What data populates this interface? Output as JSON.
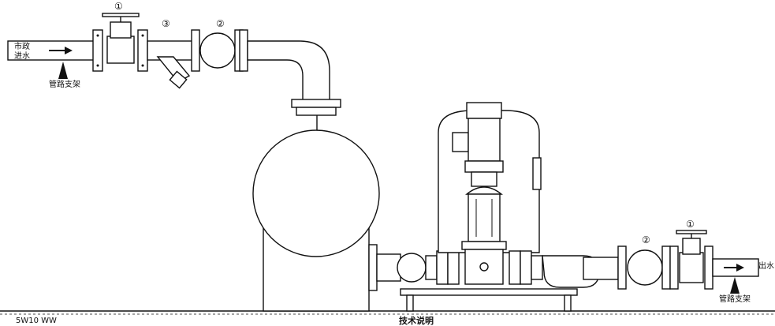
{
  "labels": {
    "inlet": "市政\n进水",
    "outlet": "出水",
    "support_left": "管路支架",
    "support_right": "管路支架",
    "bottom_center": "技术说明",
    "bottom_left": "5W10 WW"
  },
  "markers": {
    "valve_in": "①",
    "filter": "③",
    "joint_in": "②",
    "joint_out": "②",
    "valve_out": "①"
  }
}
